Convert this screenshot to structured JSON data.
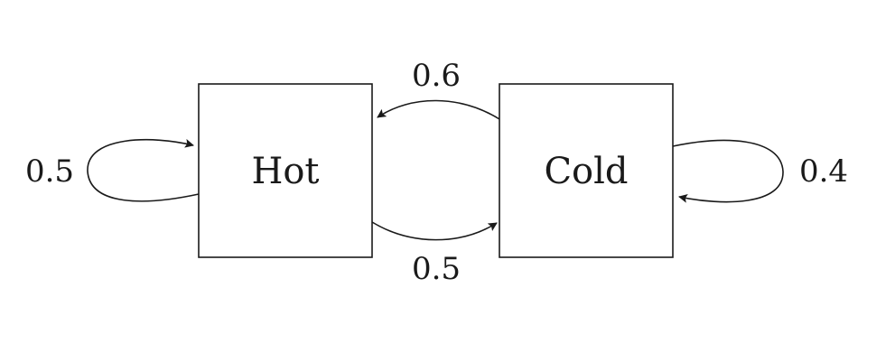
{
  "states": [
    {
      "id": "hot",
      "label": "Hot"
    },
    {
      "id": "cold",
      "label": "Cold"
    }
  ],
  "transitions": [
    {
      "from": "hot",
      "to": "hot",
      "probability": "0.5"
    },
    {
      "from": "hot",
      "to": "cold",
      "probability": "0.5"
    },
    {
      "from": "cold",
      "to": "hot",
      "probability": "0.6"
    },
    {
      "from": "cold",
      "to": "cold",
      "probability": "0.4"
    }
  ],
  "colors": {
    "ink": "#1a1a1a",
    "background": "#ffffff"
  }
}
